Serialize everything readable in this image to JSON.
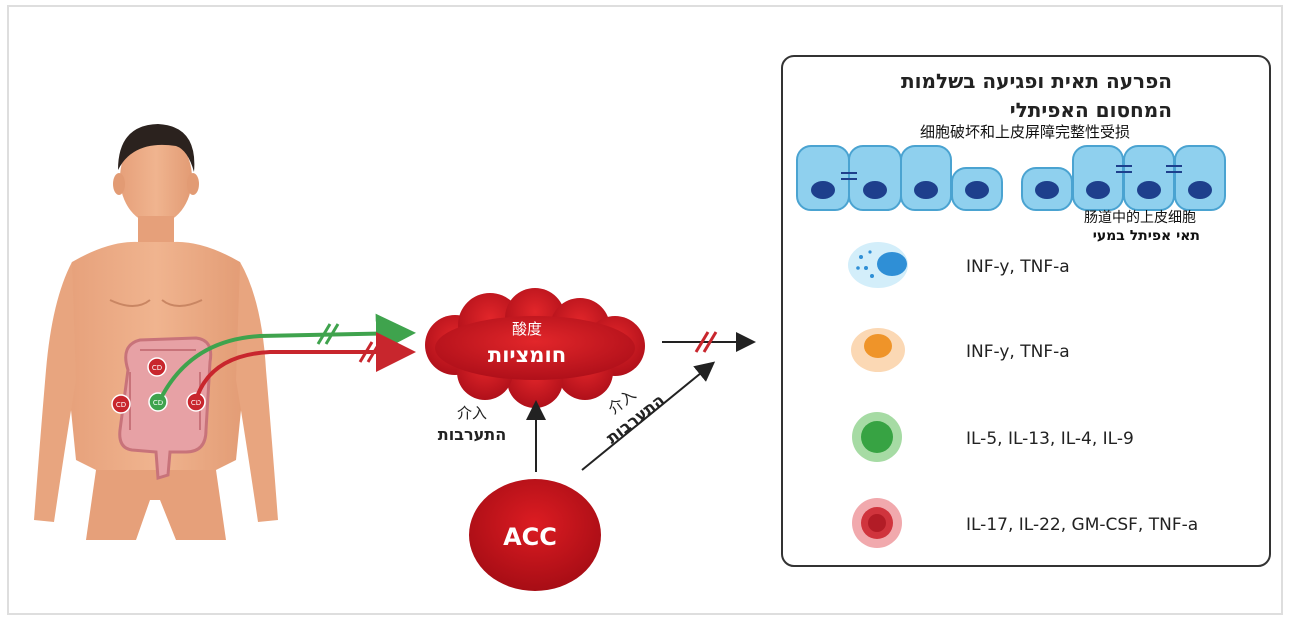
{
  "panel": {
    "title_line1": "הפרעה תאית ופגיעה בשלמות",
    "title_line2": "המחסום האפיתלי",
    "subtitle_zh": "细胞破坏和上皮屏障完整性受损",
    "epithelial_label_zh": "肠道中的上皮细胞",
    "epithelial_label_he": "תאי אפיתל במעי",
    "legend": [
      {
        "cytokines": "INF-y, TNF-a",
        "color": "#5bc2e7"
      },
      {
        "cytokines": "INF-y, TNF-a",
        "color": "#f2a33a"
      },
      {
        "cytokines": "IL-5, IL-13, IL-4, IL-9",
        "color": "#3fae49"
      },
      {
        "cytokines": "IL-17, IL-22, GM-CSF, TNF-a",
        "color": "#d9474f"
      }
    ]
  },
  "acid_cloud": {
    "label_zh": "酸度",
    "label_he": "חומציות"
  },
  "intervention_left": {
    "label_zh": "介入",
    "label_he": "התערבות"
  },
  "intervention_diag": {
    "label_zh": "介入",
    "label_he": "התערבות"
  },
  "acc": {
    "label": "ACC"
  },
  "colon_markers": [
    "CD",
    "CD",
    "CD",
    "CD"
  ]
}
